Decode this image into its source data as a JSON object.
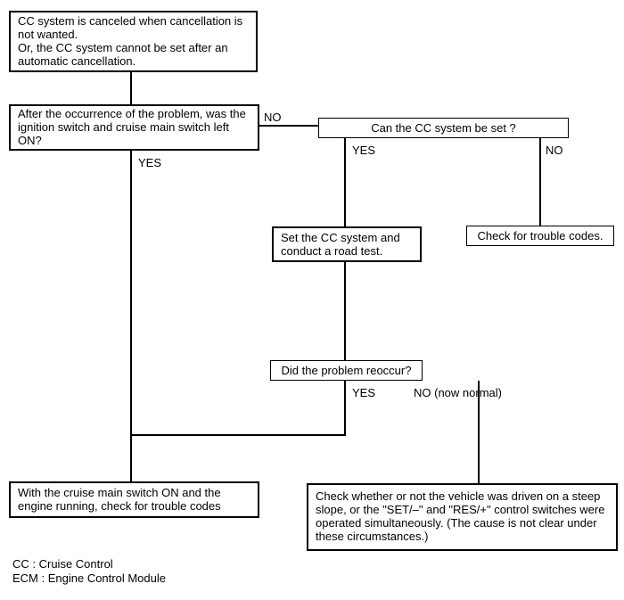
{
  "diagram": {
    "title": "CC system troubleshooting flowchart",
    "boxes": {
      "problem": "CC system is canceled when cancellation is\nnot wanted.\nOr, the CC system cannot be set after an\nautomatic cancellation.",
      "ignition_question": "After the occurrence of the problem, was the\nignition switch and cruise main switch left\nON?",
      "can_set_question": "Can the CC system be set ?",
      "road_test": "Set the CC system and\nconduct a road test.",
      "check_codes": "Check for trouble codes.",
      "reoccur_question": "Did the problem reoccur?",
      "main_switch_check": "With the cruise main switch ON and the\nengine running, check for trouble codes",
      "steep_slope_check": "Check whether or not the vehicle was driven on a steep\nslope, or the \"SET/–\" and \"RES/+\" control switches were\noperated simultaneously. (The cause is not clear under\nthese circumstances.)"
    },
    "labels": {
      "ignition_no": "NO",
      "ignition_yes": "YES",
      "can_set_yes": "YES",
      "can_set_no": "NO",
      "reoccur_yes": "YES",
      "reoccur_no": "NO (now normal)"
    },
    "legend": {
      "cc": "CC : Cruise Control",
      "ecm": "ECM : Engine Control Module"
    },
    "colors": {
      "line": "#000000",
      "background": "#ffffff",
      "text": "#000000"
    }
  }
}
